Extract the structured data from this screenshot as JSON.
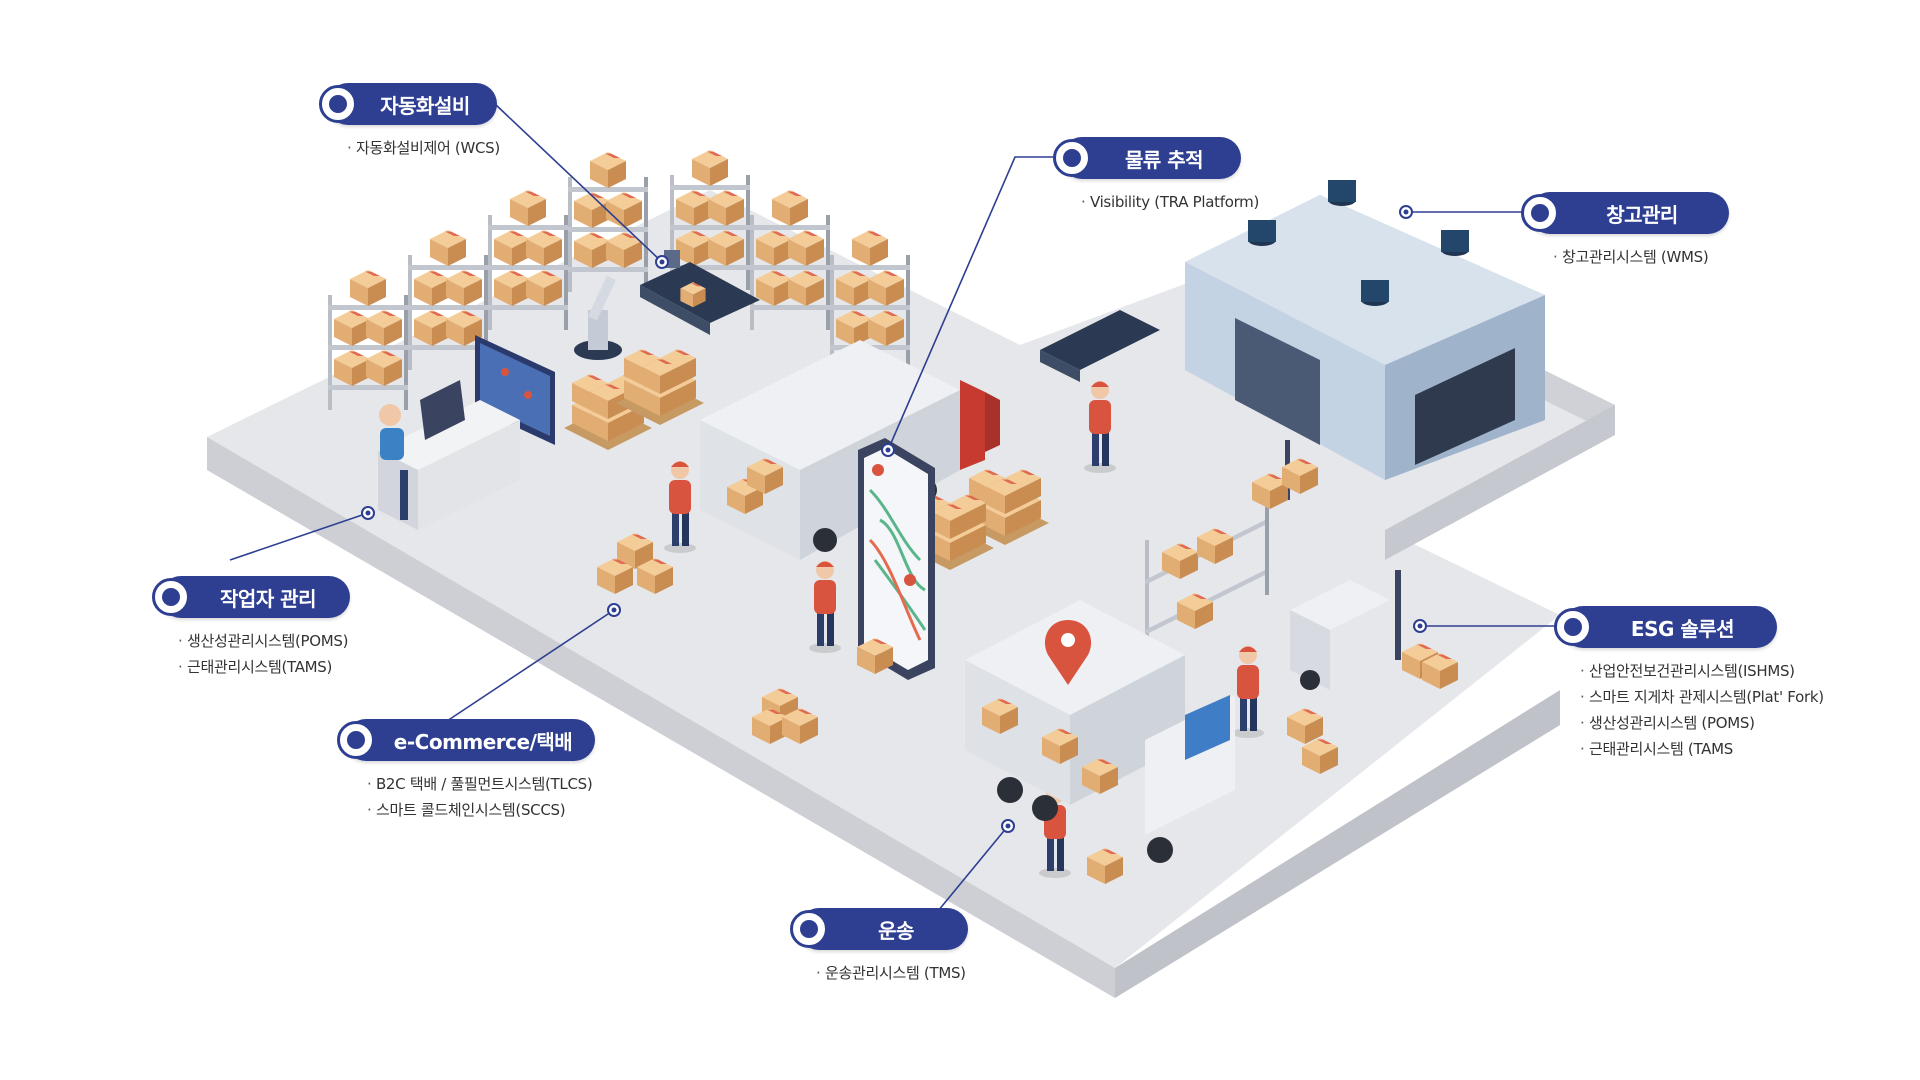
{
  "callouts": [
    {
      "key": "automation",
      "title": "자동화설비",
      "items": [
        "자동화설비제어 (WCS)"
      ]
    },
    {
      "key": "tracking",
      "title": "물류 추적",
      "items": [
        "Visibility (TRA Platform)"
      ]
    },
    {
      "key": "warehouse",
      "title": "창고관리",
      "items": [
        "창고관리시스템 (WMS)"
      ]
    },
    {
      "key": "worker",
      "title": "작업자 관리",
      "items": [
        "생산성관리시스템(POMS)",
        "근태관리시스템(TAMS)"
      ]
    },
    {
      "key": "ecommerce",
      "title": "e-Commerce/택배",
      "items": [
        "B2C 택배 / 풀필먼트시스템(TLCS)",
        "스마트 콜드체인시스템(SCCS)"
      ]
    },
    {
      "key": "esg",
      "title": "ESG 솔루션",
      "items": [
        "산업안전보건관리시스템(ISHMS)",
        "스마트 지게차 관제시스템(Plat' Fork)",
        "생산성관리시스템 (POMS)",
        "근태관리시스템 (TAMS"
      ]
    },
    {
      "key": "transport",
      "title": "운송",
      "items": [
        "운송관리시스템 (TMS)"
      ]
    }
  ],
  "colors": {
    "accent": "#2e3f92",
    "floor": "#e4e5e8",
    "box": "#e7b57f",
    "tape": "#d9543f",
    "warehouse": "#b7c9dc"
  }
}
